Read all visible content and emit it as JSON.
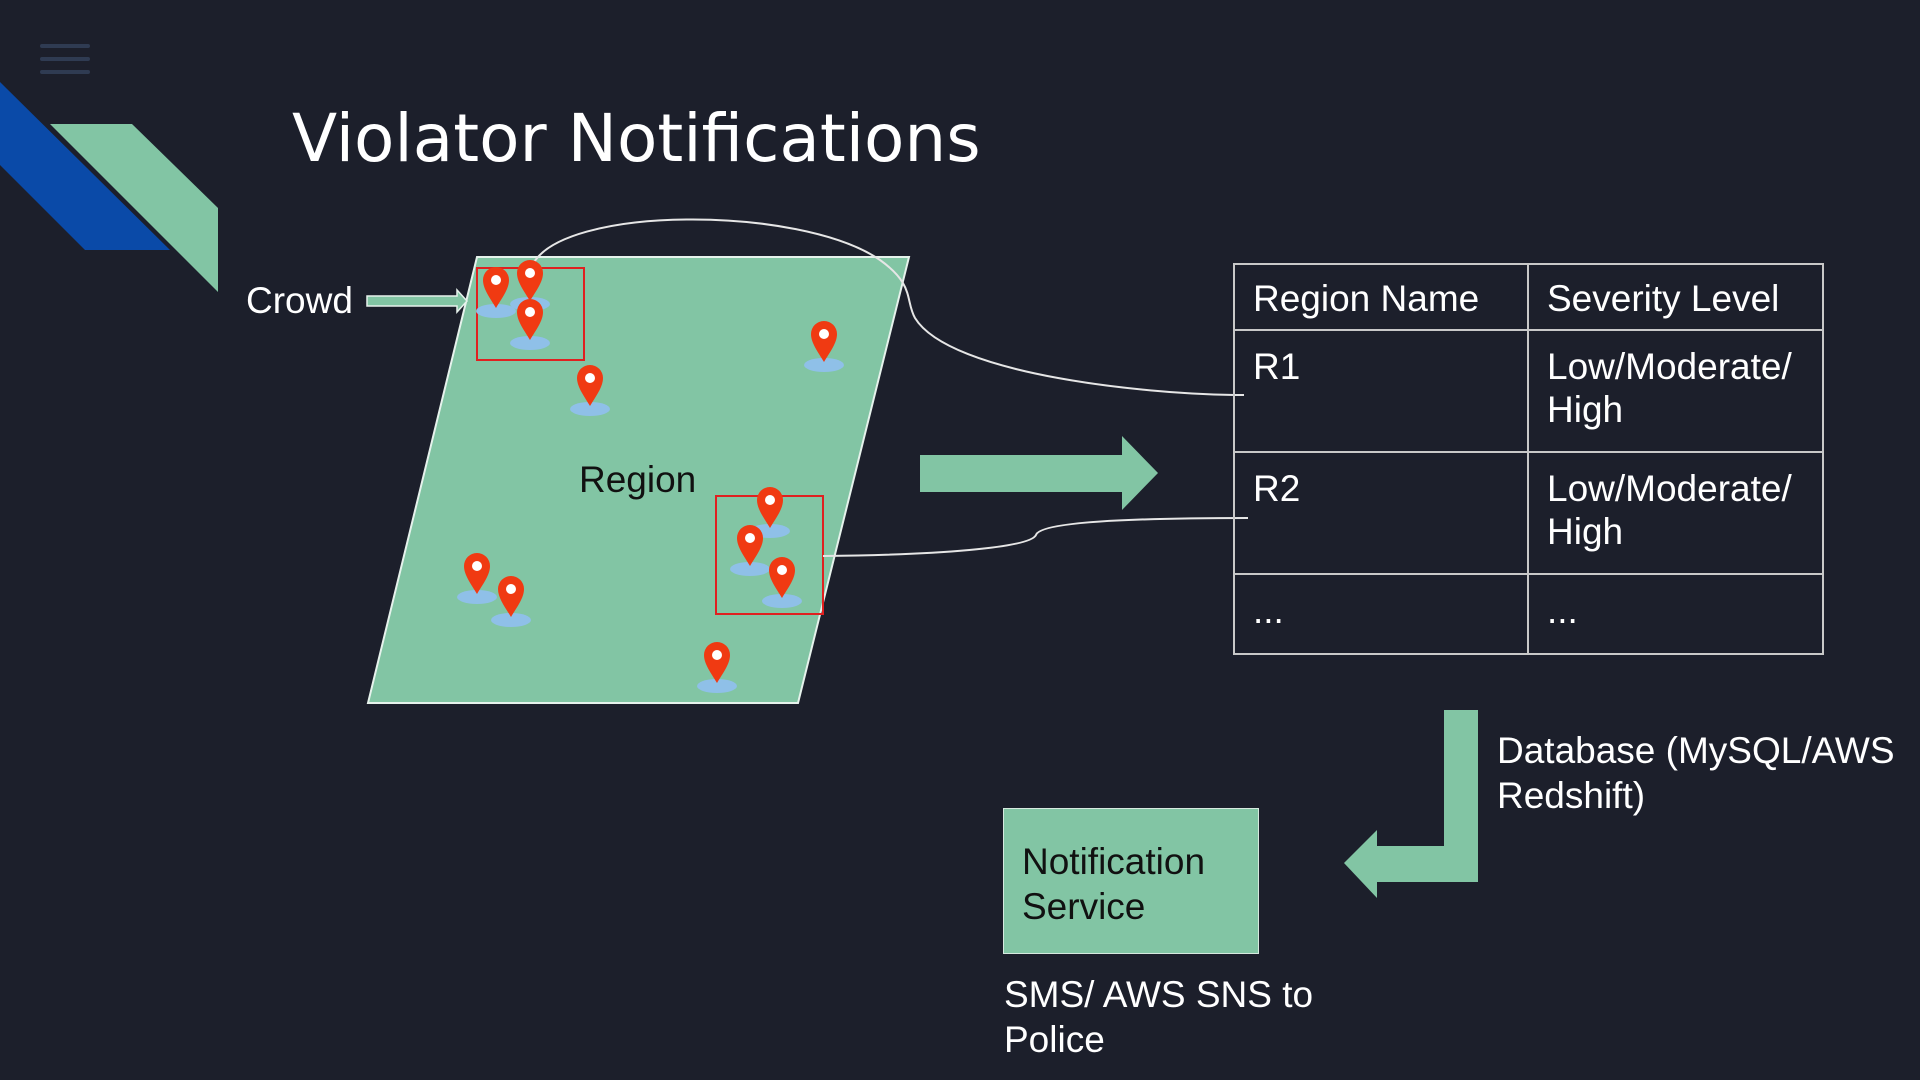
{
  "title": "Violator Notifications",
  "diagram": {
    "crowd_label": "Crowd",
    "region_label": "Region",
    "table": {
      "headers": [
        "Region Name",
        "Severity Level"
      ],
      "rows": [
        [
          "R1",
          "Low/Moderate/ High"
        ],
        [
          "R2",
          "Low/Moderate/ High"
        ],
        [
          "...",
          "..."
        ]
      ]
    },
    "database_label": "Database (MySQL/AWS Redshift)",
    "notification_service_label": "Notification Service",
    "sms_label": "SMS/ AWS SNS to Police"
  },
  "colors": {
    "background": "#1c1f2b",
    "region_fill": "#82c5a4",
    "accent_blue": "#0a4aa8",
    "pin": "#f03a12",
    "pin_shadow": "#8fc0e8",
    "highlight_box": "#e02020"
  }
}
